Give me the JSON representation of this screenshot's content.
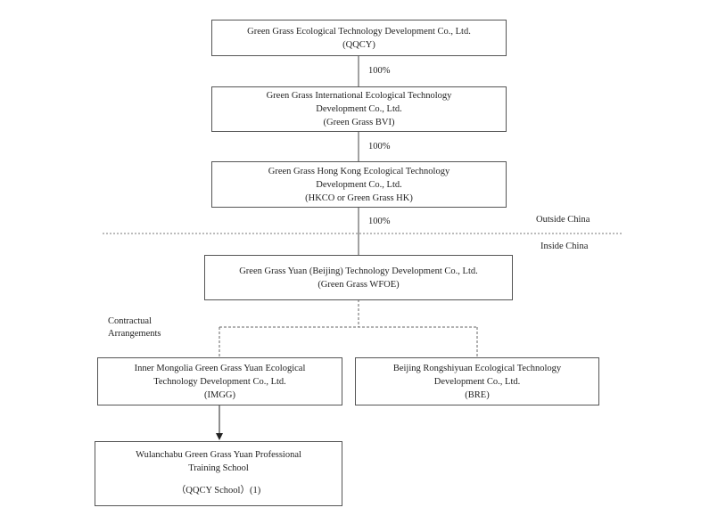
{
  "entities": {
    "qqcy": {
      "name": "Green Grass Ecological Technology Development Co., Ltd.",
      "abbr": "(QQCY)"
    },
    "bvi": {
      "name_line1": "Green Grass International Ecological Technology",
      "name_line2": "Development Co., Ltd.",
      "abbr": "(Green Grass BVI)"
    },
    "hk": {
      "name_line1": "Green Grass Hong Kong Ecological Technology",
      "name_line2": "Development Co., Ltd.",
      "abbr": "(HKCO or Green Grass HK)"
    },
    "wfoe": {
      "name": "Green Grass Yuan (Beijing) Technology Development Co., Ltd.",
      "abbr": "(Green Grass WFOE)"
    },
    "imgg": {
      "name_line1": "Inner Mongolia Green Grass Yuan Ecological",
      "name_line2": "Technology Development Co., Ltd.",
      "abbr": "(IMGG)"
    },
    "bre": {
      "name_line1": "Beijing Rongshiyuan Ecological Technology",
      "name_line2": "Development Co., Ltd.",
      "abbr": "(BRE)"
    },
    "school": {
      "name_line1": "Wulanchabu Green Grass Yuan Professional",
      "name_line2": "Training School",
      "abbr": "（QQCY School）(1)"
    }
  },
  "ownership": {
    "qqcy_to_bvi": "100%",
    "bvi_to_hk": "100%",
    "hk_to_wfoe": "100%"
  },
  "regions": {
    "outside": "Outside China",
    "inside": "Inside China"
  },
  "contractual": {
    "line1": "Contractual",
    "line2": "Arrangements"
  }
}
